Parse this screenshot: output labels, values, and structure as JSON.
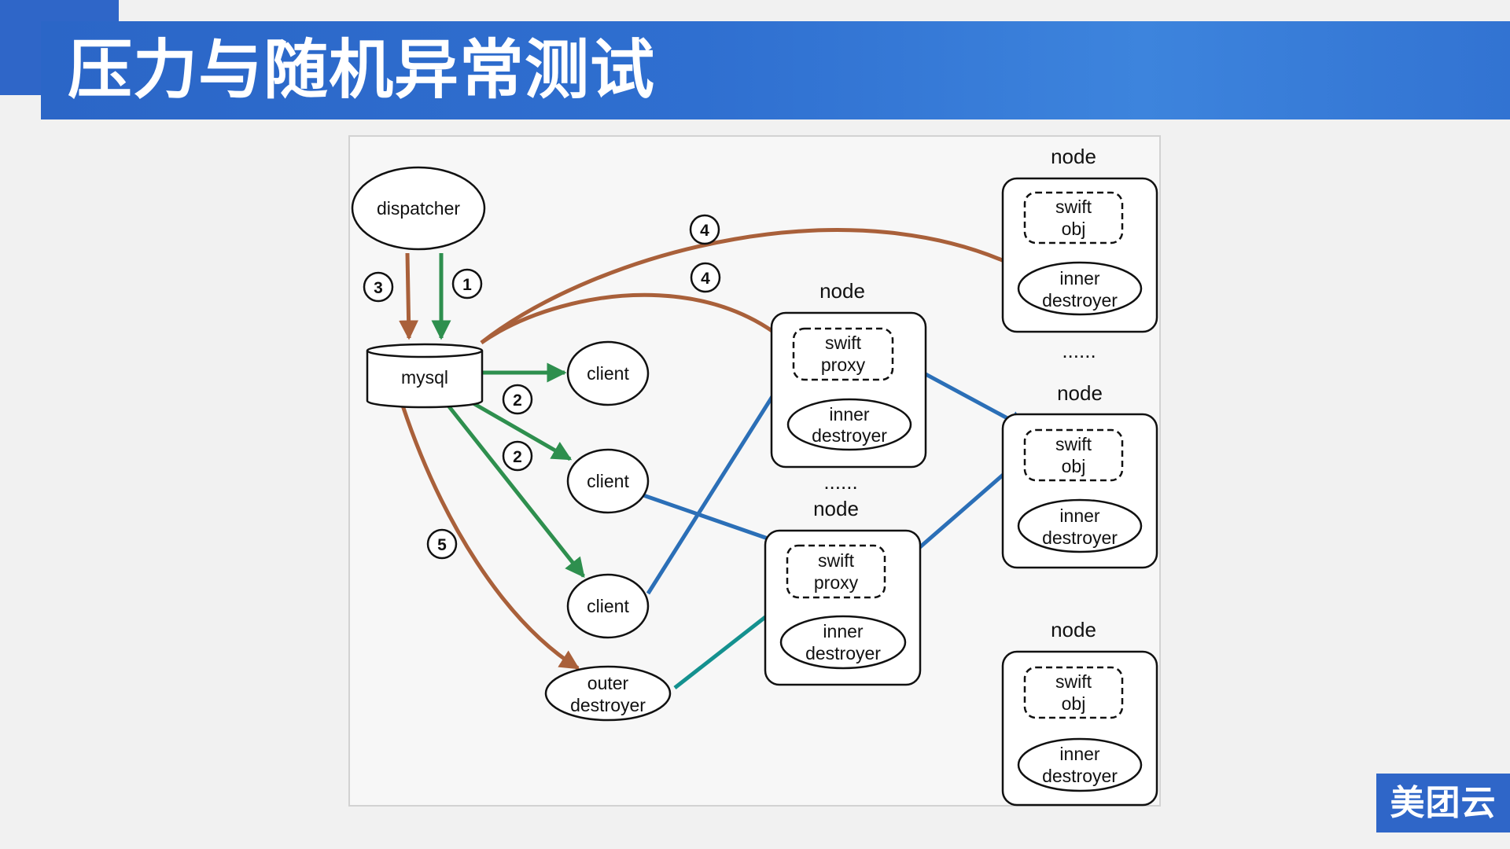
{
  "slide": {
    "title": "压力与随机异常测试"
  },
  "logo": {
    "text": "美团云"
  },
  "diagram": {
    "dispatcher": "dispatcher",
    "mysql": "mysql",
    "client": "client",
    "outer_destroyer": [
      "outer",
      "destroyer"
    ],
    "node": "node",
    "swift_proxy": [
      "swift",
      "proxy"
    ],
    "swift_obj": [
      "swift",
      "obj"
    ],
    "inner_destroyer": [
      "inner",
      "destroyer"
    ],
    "ellipsis": "......",
    "steps": [
      "1",
      "2",
      "3",
      "4",
      "5"
    ]
  },
  "colors": {
    "title_blue": "#2f66c8",
    "orange_arrow": "#a9603a",
    "green_arrow": "#2e8f4e",
    "blue_arrow": "#2b6fb7",
    "teal_arrow": "#14918f"
  }
}
